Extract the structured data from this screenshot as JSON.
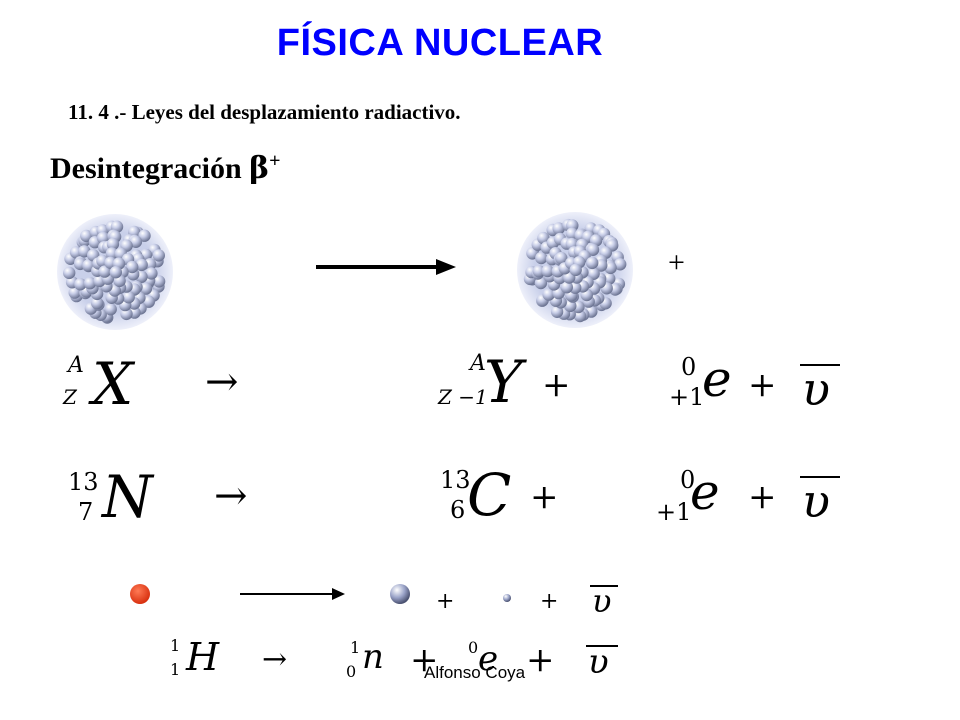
{
  "header": {
    "title": "FÍSICA NUCLEAR",
    "subtitle": "11. 4 .- Leyes del desplazamiento radiactivo."
  },
  "section": {
    "heading": "Desintegración ",
    "beta_symbol": "β",
    "beta_sign": "+"
  },
  "scene": {
    "plus_after_nucleus": "+",
    "bottom_plus_1": "+",
    "bottom_plus_2": "+",
    "colors": {
      "nucleus": "#b8bfe0",
      "proton_dot": "#e8431e",
      "title": "#0000ff"
    }
  },
  "general": {
    "parent_symbol": "X",
    "parent_A": "A",
    "parent_Z": "Z",
    "arrow": "→",
    "daughter_symbol": "Y",
    "daughter_A": "A",
    "daughter_Z": "Z −1",
    "plus1": "+",
    "positron_symbol": "e",
    "positron_top": "0",
    "positron_bottom": "+1",
    "plus2": "+",
    "neutrino": "υ"
  },
  "example": {
    "parent_symbol": "N",
    "parent_A": "13",
    "parent_Z": "7",
    "arrow": "→",
    "daughter_symbol": "C",
    "daughter_A": "13",
    "daughter_Z": "6",
    "plus1": "+",
    "positron_symbol": "e",
    "positron_top": "0",
    "positron_bottom": "+1",
    "plus2": "+",
    "neutrino": "υ"
  },
  "proton_decay": {
    "parent_symbol": "H",
    "parent_A": "1",
    "parent_Z": "1",
    "arrow": "→",
    "neutron_symbol": "n",
    "neutron_top": "1",
    "neutron_bottom": "0",
    "plus1": "+",
    "positron_symbol": "e",
    "positron_top": "0",
    "plus2": "+",
    "neutrino": "υ"
  },
  "footer": {
    "author": "Alfonso Coya"
  }
}
